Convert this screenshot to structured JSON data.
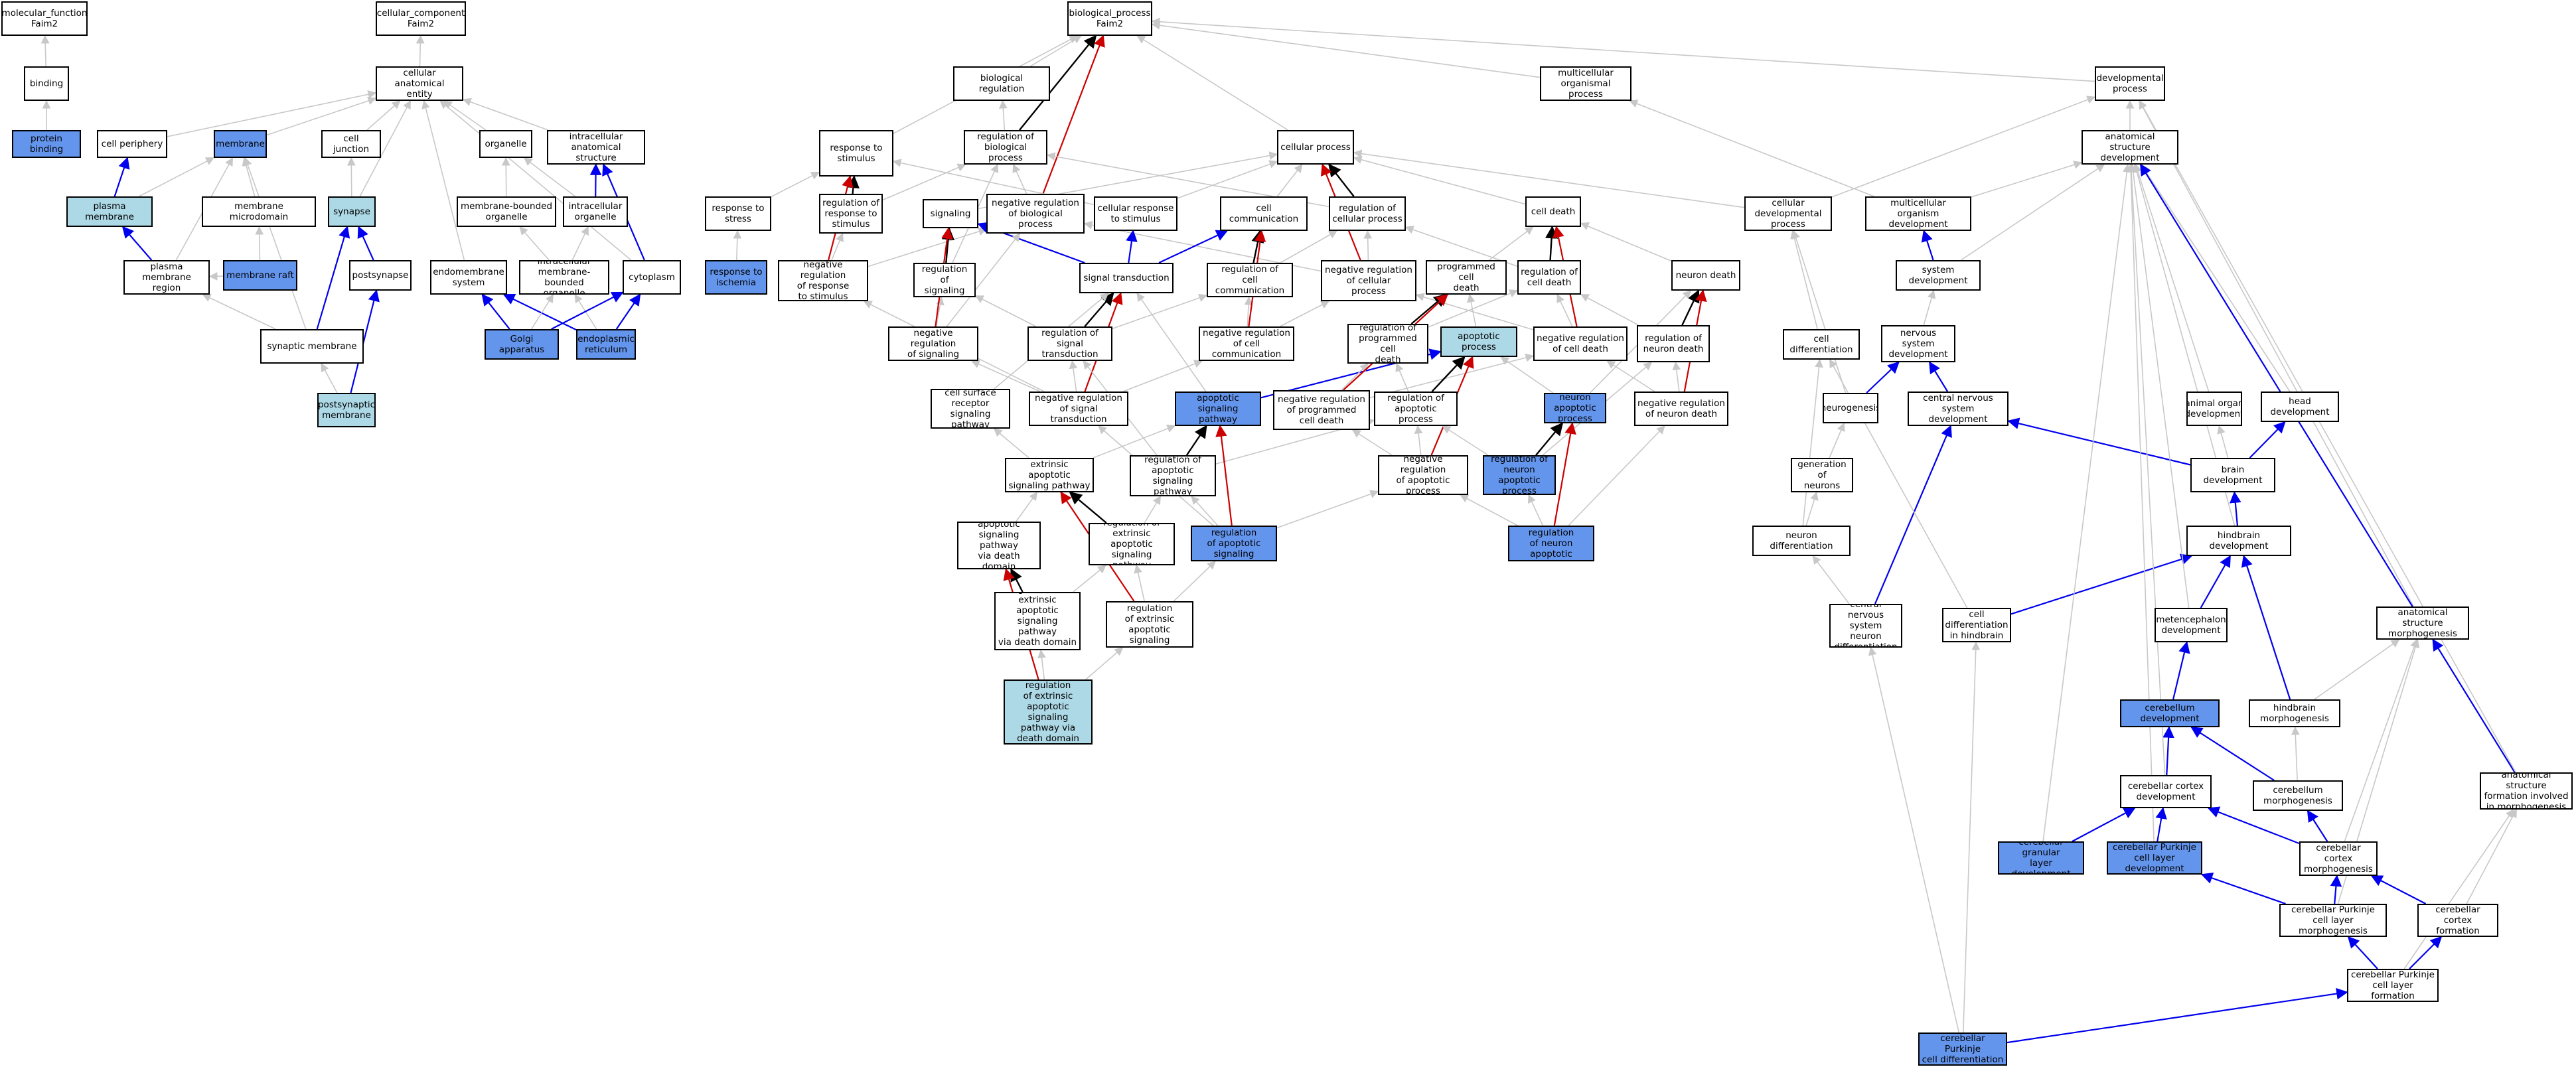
{
  "colors": {
    "background": "#ffffff",
    "default_fill": "#ffffff",
    "dark_highlight": "#6495ed",
    "light_highlight": "#add8e6",
    "edge_is_a": "#c8c8c8",
    "edge_part_of": "#0000ee",
    "edge_regulates": "#000000",
    "edge_negatively_regulates": "#cc0000"
  },
  "nodes": {
    "n1": {
      "label": "molecular_function\nFaim2",
      "fill": "white"
    },
    "n2": {
      "label": "cellular_component\nFaim2",
      "fill": "white"
    },
    "n3": {
      "label": "biological_process\nFaim2",
      "fill": "white"
    },
    "n4": {
      "label": "binding",
      "fill": "white"
    },
    "n5": {
      "label": "cellular anatomical\nentity",
      "fill": "white"
    },
    "n6": {
      "label": "protein binding",
      "fill": "dark"
    },
    "n7": {
      "label": "cell periphery",
      "fill": "white"
    },
    "n8": {
      "label": "membrane",
      "fill": "dark"
    },
    "n9": {
      "label": "cell junction",
      "fill": "white"
    },
    "n10": {
      "label": "organelle",
      "fill": "white"
    },
    "n11": {
      "label": "intracellular\nanatomical structure",
      "fill": "white"
    },
    "n12": {
      "label": "plasma membrane",
      "fill": "light"
    },
    "n13": {
      "label": "membrane microdomain",
      "fill": "white"
    },
    "n14": {
      "label": "synapse",
      "fill": "light"
    },
    "n15": {
      "label": "membrane-bounded\norganelle",
      "fill": "white"
    },
    "n16": {
      "label": "intracellular\norganelle",
      "fill": "white"
    },
    "n17": {
      "label": "plasma membrane\nregion",
      "fill": "white"
    },
    "n18": {
      "label": "membrane raft",
      "fill": "dark"
    },
    "n19": {
      "label": "postsynapse",
      "fill": "white"
    },
    "n20": {
      "label": "endomembrane\nsystem",
      "fill": "white"
    },
    "n21": {
      "label": "intracellular\nmembrane-bounded\norganelle",
      "fill": "white"
    },
    "n22": {
      "label": "cytoplasm",
      "fill": "white"
    },
    "n23": {
      "label": "synaptic membrane",
      "fill": "white"
    },
    "n24": {
      "label": "Golgi apparatus",
      "fill": "dark"
    },
    "n25": {
      "label": "endoplasmic\nreticulum",
      "fill": "dark"
    },
    "n26": {
      "label": "postsynaptic\nmembrane",
      "fill": "light"
    },
    "n27": {
      "label": "biological regulation",
      "fill": "white"
    },
    "n28": {
      "label": "multicellular\norganismal process",
      "fill": "white"
    },
    "n29": {
      "label": "developmental\nprocess",
      "fill": "white"
    },
    "n30": {
      "label": "response to\nstimulus",
      "fill": "white"
    },
    "n31": {
      "label": "regulation of\nbiological process",
      "fill": "white"
    },
    "n32": {
      "label": "cellular process",
      "fill": "white"
    },
    "n33": {
      "label": "anatomical structure\ndevelopment",
      "fill": "white"
    },
    "n34": {
      "label": "response to\nstress",
      "fill": "white"
    },
    "n35": {
      "label": "regulation of\nresponse to\nstimulus",
      "fill": "white"
    },
    "n36": {
      "label": "signaling",
      "fill": "white"
    },
    "n37": {
      "label": "negative regulation\nof biological\nprocess",
      "fill": "white"
    },
    "n38": {
      "label": "cellular response\nto stimulus",
      "fill": "white"
    },
    "n39": {
      "label": "cell communication",
      "fill": "white"
    },
    "n40": {
      "label": "regulation of\ncellular process",
      "fill": "white"
    },
    "n41": {
      "label": "cell death",
      "fill": "white"
    },
    "n42": {
      "label": "cellular developmental\nprocess",
      "fill": "white"
    },
    "n43": {
      "label": "multicellular\norganism development",
      "fill": "white"
    },
    "n44": {
      "label": "response to\nischemia",
      "fill": "dark"
    },
    "n45": {
      "label": "negative regulation\nof response\nto stimulus",
      "fill": "white"
    },
    "n46": {
      "label": "regulation of\nsignaling",
      "fill": "white"
    },
    "n47": {
      "label": "signal transduction",
      "fill": "white"
    },
    "n48": {
      "label": "regulation of\ncell communication",
      "fill": "white"
    },
    "n49": {
      "label": "negative regulation\nof cellular\nprocess",
      "fill": "white"
    },
    "n50": {
      "label": "programmed cell\ndeath",
      "fill": "white"
    },
    "n51": {
      "label": "regulation of\ncell death",
      "fill": "white"
    },
    "n52": {
      "label": "neuron death",
      "fill": "white"
    },
    "n53": {
      "label": "system development",
      "fill": "white"
    },
    "n54": {
      "label": "negative regulation\nof signaling",
      "fill": "white"
    },
    "n55": {
      "label": "regulation of\nsignal transduction",
      "fill": "white"
    },
    "n56": {
      "label": "negative regulation\nof cell communication",
      "fill": "white"
    },
    "n57": {
      "label": "regulation of\nprogrammed cell\ndeath",
      "fill": "white"
    },
    "n58": {
      "label": "apoptotic process",
      "fill": "light"
    },
    "n59": {
      "label": "negative regulation\nof cell death",
      "fill": "white"
    },
    "n60": {
      "label": "regulation of\nneuron death",
      "fill": "white"
    },
    "n61": {
      "label": "cell differentiation",
      "fill": "white"
    },
    "n62": {
      "label": "nervous system\ndevelopment",
      "fill": "white"
    },
    "n63": {
      "label": "cell surface\nreceptor signaling\npathway",
      "fill": "white"
    },
    "n64": {
      "label": "negative regulation\nof signal transduction",
      "fill": "white"
    },
    "n65": {
      "label": "apoptotic signaling\npathway",
      "fill": "dark"
    },
    "n66": {
      "label": "negative regulation\nof programmed\ncell death",
      "fill": "white"
    },
    "n67": {
      "label": "regulation of\napoptotic process",
      "fill": "white"
    },
    "n68": {
      "label": "neuron apoptotic\nprocess",
      "fill": "dark"
    },
    "n69": {
      "label": "negative regulation\nof neuron death",
      "fill": "white"
    },
    "n70": {
      "label": "neurogenesis",
      "fill": "white"
    },
    "n71": {
      "label": "central nervous\nsystem development",
      "fill": "white"
    },
    "n72": {
      "label": "animal organ\ndevelopment",
      "fill": "white"
    },
    "n73": {
      "label": "head development",
      "fill": "white"
    },
    "n74": {
      "label": "extrinsic apoptotic\nsignaling pathway",
      "fill": "white"
    },
    "n75": {
      "label": "regulation of\napoptotic signaling\npathway",
      "fill": "white"
    },
    "n76": {
      "label": "negative regulation\nof apoptotic\nprocess",
      "fill": "white"
    },
    "n77": {
      "label": "regulation of\nneuron apoptotic\nprocess",
      "fill": "dark"
    },
    "n78": {
      "label": "generation of\nneurons",
      "fill": "white"
    },
    "n79": {
      "label": "brain development",
      "fill": "white"
    },
    "n80": {
      "label": "extrinsic apoptotic\nsignaling pathway\nvia death domain\nreceptors",
      "fill": "white"
    },
    "n81": {
      "label": "regulation of\nextrinsic apoptotic\nsignaling pathway",
      "fill": "white"
    },
    "n82": {
      "label": "negative regulation\nof apoptotic\nsignaling pathway",
      "fill": "dark"
    },
    "n83": {
      "label": "negative regulation\nof neuron apoptotic\nprocess",
      "fill": "dark"
    },
    "n84": {
      "label": "neuron differentiation",
      "fill": "white"
    },
    "n85": {
      "label": "hindbrain development",
      "fill": "white"
    },
    "n86": {
      "label": "regulation of\nextrinsic apoptotic\nsignaling pathway\nvia death domain\nreceptors",
      "fill": "white"
    },
    "n87": {
      "label": "negative regulation\nof extrinsic\napoptotic signaling\npathway",
      "fill": "white"
    },
    "n88": {
      "label": "central nervous\nsystem neuron\ndifferentiation",
      "fill": "white"
    },
    "n89": {
      "label": "cell differentiation\nin hindbrain",
      "fill": "white"
    },
    "n90": {
      "label": "metencephalon\ndevelopment",
      "fill": "white"
    },
    "n91": {
      "label": "anatomical structure\nmorphogenesis",
      "fill": "white"
    },
    "n92": {
      "label": "negative regulation\nof extrinsic\napoptotic signaling\npathway via\ndeath domain\nreceptors",
      "fill": "light"
    },
    "n93": {
      "label": "cerebellum development",
      "fill": "dark"
    },
    "n94": {
      "label": "hindbrain morphogenesis",
      "fill": "white"
    },
    "n95": {
      "label": "cerebellar cortex\ndevelopment",
      "fill": "white"
    },
    "n96": {
      "label": "cerebellum morphogenesis",
      "fill": "white"
    },
    "n97": {
      "label": "anatomical structure\nformation involved\nin morphogenesis",
      "fill": "white"
    },
    "n98": {
      "label": "cerebellar granular\nlayer development",
      "fill": "dark"
    },
    "n99": {
      "label": "cerebellar Purkinje\ncell layer development",
      "fill": "dark"
    },
    "n100": {
      "label": "cerebellar cortex\nmorphogenesis",
      "fill": "white"
    },
    "n101": {
      "label": "cerebellar Purkinje\ncell layer morphogenesis",
      "fill": "white"
    },
    "n102": {
      "label": "cerebellar cortex\nformation",
      "fill": "white"
    },
    "n103": {
      "label": "cerebellar Purkinje\ncell layer formation",
      "fill": "white"
    },
    "n104": {
      "label": "cerebellar Purkinje\ncell differentiation",
      "fill": "dark"
    }
  },
  "edges": [
    [
      "n4",
      "n1",
      "isa"
    ],
    [
      "n6",
      "n4",
      "isa"
    ],
    [
      "n5",
      "n2",
      "isa"
    ],
    [
      "n7",
      "n5",
      "isa"
    ],
    [
      "n8",
      "n5",
      "isa"
    ],
    [
      "n9",
      "n5",
      "isa"
    ],
    [
      "n10",
      "n5",
      "isa"
    ],
    [
      "n11",
      "n5",
      "isa"
    ],
    [
      "n14",
      "n5",
      "isa"
    ],
    [
      "n20",
      "n5",
      "isa"
    ],
    [
      "n22",
      "n5",
      "isa"
    ],
    [
      "n12",
      "n7",
      "part"
    ],
    [
      "n12",
      "n8",
      "isa"
    ],
    [
      "n13",
      "n8",
      "isa"
    ],
    [
      "n17",
      "n8",
      "isa"
    ],
    [
      "n23",
      "n8",
      "isa"
    ],
    [
      "n17",
      "n12",
      "part"
    ],
    [
      "n18",
      "n13",
      "isa"
    ],
    [
      "n18",
      "n17",
      "isa"
    ],
    [
      "n14",
      "n9",
      "isa"
    ],
    [
      "n19",
      "n14",
      "part"
    ],
    [
      "n15",
      "n10",
      "isa"
    ],
    [
      "n16",
      "n10",
      "isa"
    ],
    [
      "n16",
      "n11",
      "part"
    ],
    [
      "n21",
      "n15",
      "isa"
    ],
    [
      "n21",
      "n16",
      "isa"
    ],
    [
      "n22",
      "n11",
      "part"
    ],
    [
      "n24",
      "n20",
      "part"
    ],
    [
      "n25",
      "n20",
      "part"
    ],
    [
      "n24",
      "n21",
      "isa"
    ],
    [
      "n25",
      "n21",
      "isa"
    ],
    [
      "n24",
      "n22",
      "part"
    ],
    [
      "n25",
      "n22",
      "part"
    ],
    [
      "n23",
      "n17",
      "isa"
    ],
    [
      "n23",
      "n14",
      "part"
    ],
    [
      "n26",
      "n23",
      "isa"
    ],
    [
      "n26",
      "n19",
      "part"
    ],
    [
      "n27",
      "n3",
      "isa"
    ],
    [
      "n28",
      "n3",
      "isa"
    ],
    [
      "n29",
      "n3",
      "isa"
    ],
    [
      "n30",
      "n3",
      "isa"
    ],
    [
      "n32",
      "n3",
      "isa"
    ],
    [
      "n31",
      "n27",
      "isa"
    ],
    [
      "n31",
      "n3",
      "reg"
    ],
    [
      "n37",
      "n31",
      "isa"
    ],
    [
      "n37",
      "n3",
      "neg"
    ],
    [
      "n34",
      "n30",
      "isa"
    ],
    [
      "n44",
      "n34",
      "isa"
    ],
    [
      "n35",
      "n30",
      "reg"
    ],
    [
      "n35",
      "n31",
      "isa"
    ],
    [
      "n45",
      "n35",
      "isa"
    ],
    [
      "n45",
      "n37",
      "isa"
    ],
    [
      "n45",
      "n30",
      "neg"
    ],
    [
      "n38",
      "n30",
      "isa"
    ],
    [
      "n38",
      "n32",
      "isa"
    ],
    [
      "n36",
      "n32",
      "isa"
    ],
    [
      "n39",
      "n32",
      "isa"
    ],
    [
      "n40",
      "n31",
      "isa"
    ],
    [
      "n40",
      "n32",
      "reg"
    ],
    [
      "n41",
      "n32",
      "isa"
    ],
    [
      "n49",
      "n40",
      "isa"
    ],
    [
      "n49",
      "n37",
      "isa"
    ],
    [
      "n49",
      "n32",
      "neg"
    ],
    [
      "n46",
      "n36",
      "reg"
    ],
    [
      "n46",
      "n31",
      "isa"
    ],
    [
      "n47",
      "n36",
      "part"
    ],
    [
      "n47",
      "n38",
      "part"
    ],
    [
      "n47",
      "n39",
      "part"
    ],
    [
      "n48",
      "n39",
      "reg"
    ],
    [
      "n48",
      "n40",
      "isa"
    ],
    [
      "n54",
      "n46",
      "isa"
    ],
    [
      "n54",
      "n36",
      "neg"
    ],
    [
      "n54",
      "n37",
      "isa"
    ],
    [
      "n56",
      "n48",
      "isa"
    ],
    [
      "n56",
      "n39",
      "neg"
    ],
    [
      "n56",
      "n49",
      "isa"
    ],
    [
      "n55",
      "n47",
      "reg"
    ],
    [
      "n55",
      "n46",
      "isa"
    ],
    [
      "n55",
      "n48",
      "isa"
    ],
    [
      "n64",
      "n55",
      "isa"
    ],
    [
      "n64",
      "n54",
      "isa"
    ],
    [
      "n64",
      "n56",
      "isa"
    ],
    [
      "n64",
      "n47",
      "neg"
    ],
    [
      "n64",
      "n45",
      "isa"
    ],
    [
      "n63",
      "n47",
      "isa"
    ],
    [
      "n65",
      "n47",
      "isa"
    ],
    [
      "n65",
      "n58",
      "part"
    ],
    [
      "n50",
      "n41",
      "isa"
    ],
    [
      "n51",
      "n41",
      "reg"
    ],
    [
      "n51",
      "n40",
      "isa"
    ],
    [
      "n59",
      "n51",
      "isa"
    ],
    [
      "n59",
      "n49",
      "isa"
    ],
    [
      "n59",
      "n41",
      "neg"
    ],
    [
      "n57",
      "n50",
      "reg"
    ],
    [
      "n57",
      "n51",
      "isa"
    ],
    [
      "n58",
      "n50",
      "isa"
    ],
    [
      "n66",
      "n57",
      "isa"
    ],
    [
      "n66",
      "n59",
      "isa"
    ],
    [
      "n66",
      "n50",
      "neg"
    ],
    [
      "n67",
      "n58",
      "reg"
    ],
    [
      "n67",
      "n57",
      "isa"
    ],
    [
      "n76",
      "n67",
      "isa"
    ],
    [
      "n76",
      "n66",
      "isa"
    ],
    [
      "n76",
      "n58",
      "neg"
    ],
    [
      "n52",
      "n41",
      "isa"
    ],
    [
      "n60",
      "n52",
      "reg"
    ],
    [
      "n60",
      "n51",
      "isa"
    ],
    [
      "n69",
      "n60",
      "isa"
    ],
    [
      "n69",
      "n59",
      "isa"
    ],
    [
      "n69",
      "n52",
      "neg"
    ],
    [
      "n68",
      "n58",
      "isa"
    ],
    [
      "n68",
      "n52",
      "isa"
    ],
    [
      "n77",
      "n68",
      "reg"
    ],
    [
      "n77",
      "n67",
      "isa"
    ],
    [
      "n77",
      "n60",
      "isa"
    ],
    [
      "n83",
      "n77",
      "isa"
    ],
    [
      "n83",
      "n76",
      "isa"
    ],
    [
      "n83",
      "n69",
      "isa"
    ],
    [
      "n83",
      "n68",
      "neg"
    ],
    [
      "n74",
      "n65",
      "isa"
    ],
    [
      "n74",
      "n63",
      "isa"
    ],
    [
      "n75",
      "n65",
      "reg"
    ],
    [
      "n75",
      "n67",
      "isa"
    ],
    [
      "n75",
      "n55",
      "isa"
    ],
    [
      "n82",
      "n75",
      "isa"
    ],
    [
      "n82",
      "n76",
      "isa"
    ],
    [
      "n82",
      "n64",
      "isa"
    ],
    [
      "n82",
      "n65",
      "neg"
    ],
    [
      "n80",
      "n74",
      "isa"
    ],
    [
      "n81",
      "n74",
      "reg"
    ],
    [
      "n81",
      "n75",
      "isa"
    ],
    [
      "n87",
      "n81",
      "isa"
    ],
    [
      "n87",
      "n82",
      "isa"
    ],
    [
      "n87",
      "n74",
      "neg"
    ],
    [
      "n86",
      "n80",
      "reg"
    ],
    [
      "n86",
      "n81",
      "isa"
    ],
    [
      "n92",
      "n86",
      "isa"
    ],
    [
      "n92",
      "n87",
      "isa"
    ],
    [
      "n92",
      "n80",
      "neg"
    ],
    [
      "n33",
      "n29",
      "isa"
    ],
    [
      "n42",
      "n29",
      "isa"
    ],
    [
      "n42",
      "n32",
      "isa"
    ],
    [
      "n43",
      "n28",
      "isa"
    ],
    [
      "n43",
      "n33",
      "isa"
    ],
    [
      "n53",
      "n43",
      "part"
    ],
    [
      "n53",
      "n33",
      "isa"
    ],
    [
      "n61",
      "n42",
      "isa"
    ],
    [
      "n62",
      "n53",
      "isa"
    ],
    [
      "n70",
      "n62",
      "part"
    ],
    [
      "n70",
      "n42",
      "isa"
    ],
    [
      "n78",
      "n70",
      "isa"
    ],
    [
      "n84",
      "n78",
      "isa"
    ],
    [
      "n84",
      "n61",
      "isa"
    ],
    [
      "n71",
      "n62",
      "part"
    ],
    [
      "n72",
      "n33",
      "isa"
    ],
    [
      "n73",
      "n33",
      "isa"
    ],
    [
      "n79",
      "n71",
      "part"
    ],
    [
      "n79",
      "n72",
      "isa"
    ],
    [
      "n79",
      "n73",
      "part"
    ],
    [
      "n85",
      "n79",
      "part"
    ],
    [
      "n85",
      "n33",
      "isa"
    ],
    [
      "n88",
      "n84",
      "isa"
    ],
    [
      "n88",
      "n71",
      "part"
    ],
    [
      "n89",
      "n61",
      "isa"
    ],
    [
      "n89",
      "n85",
      "part"
    ],
    [
      "n90",
      "n85",
      "part"
    ],
    [
      "n90",
      "n33",
      "isa"
    ],
    [
      "n91",
      "n29",
      "isa"
    ],
    [
      "n91",
      "n33",
      "part"
    ],
    [
      "n94",
      "n85",
      "part"
    ],
    [
      "n94",
      "n91",
      "isa"
    ],
    [
      "n93",
      "n90",
      "part"
    ],
    [
      "n96",
      "n93",
      "part"
    ],
    [
      "n96",
      "n94",
      "isa"
    ],
    [
      "n95",
      "n93",
      "part"
    ],
    [
      "n95",
      "n33",
      "isa"
    ],
    [
      "n97",
      "n91",
      "part"
    ],
    [
      "n97",
      "n29",
      "isa"
    ],
    [
      "n98",
      "n95",
      "part"
    ],
    [
      "n98",
      "n33",
      "isa"
    ],
    [
      "n99",
      "n95",
      "part"
    ],
    [
      "n99",
      "n33",
      "isa"
    ],
    [
      "n100",
      "n95",
      "part"
    ],
    [
      "n100",
      "n96",
      "part"
    ],
    [
      "n100",
      "n91",
      "isa"
    ],
    [
      "n101",
      "n99",
      "part"
    ],
    [
      "n101",
      "n100",
      "part"
    ],
    [
      "n101",
      "n91",
      "isa"
    ],
    [
      "n102",
      "n100",
      "part"
    ],
    [
      "n102",
      "n97",
      "isa"
    ],
    [
      "n103",
      "n101",
      "part"
    ],
    [
      "n103",
      "n102",
      "part"
    ],
    [
      "n103",
      "n97",
      "isa"
    ],
    [
      "n104",
      "n103",
      "part"
    ],
    [
      "n104",
      "n88",
      "isa"
    ],
    [
      "n104",
      "n89",
      "isa"
    ]
  ]
}
